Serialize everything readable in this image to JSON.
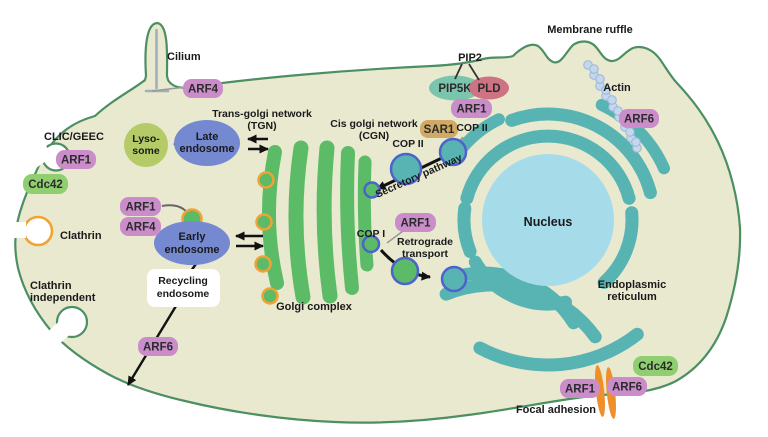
{
  "colors": {
    "cell_fill": "#e9e9d0",
    "membrane": "#4b8f62",
    "golgi": "#5cbb66",
    "nucleus": "#a6dcea",
    "er": "#57b4b2",
    "endosome": "#7489d0",
    "lysosome": "#b5cb67",
    "pill_pink": "#ca8dca",
    "pill_green": "#90cf70",
    "pill_tan": "#d0a964",
    "pip5k_teal": "#7bc4ad",
    "pld_rose": "#ce7383",
    "coat_orange": "#f0a335",
    "focal_orange": "#ef8f2c",
    "vesicle_blue": "#4d63cc",
    "actin_bead": "#c4d7ec",
    "actin_bead_stroke": "#9ab7da",
    "text": "#1a1a1a"
  },
  "membrane": {
    "cilium": "Cilium",
    "ruffle": "Membrane ruffle",
    "actin": "Actin",
    "clic_geec": "CLIC/GEEC",
    "clathrin": "Clathrin",
    "clathrin_independent_1": "Clathrin",
    "clathrin_independent_2": "independent",
    "pip2": "PIP2",
    "focal_adhesion": "Focal adhesion"
  },
  "organelles": {
    "nucleus": "Nucleus",
    "er_1": "Endoplasmic",
    "er_2": "reticulum",
    "golgi": "Golgi complex",
    "tgn_1": "Trans-golgi network",
    "tgn_2": "(TGN)",
    "cgn_1": "Cis golgi network",
    "cgn_2": "(CGN)",
    "lysosome_1": "Lyso-",
    "lysosome_2": "some",
    "late_endosome_1": "Late",
    "late_endosome_2": "endosome",
    "early_endosome_1": "Early",
    "early_endosome_2": "endosome",
    "recycling_endosome_1": "Recycling",
    "recycling_endosome_2": "endosome"
  },
  "pathways": {
    "secretory": "Secretory pathway",
    "retrograde_1": "Retrograde",
    "retrograde_2": "transport",
    "cop2_er": "COP II",
    "cop2_transit": "COP II",
    "cop1": "COP I"
  },
  "proteins": {
    "arf4_cilium": "ARF4",
    "arf1_clic": "ARF1",
    "cdc42_clic": "Cdc42",
    "arf1_endosome": "ARF1",
    "arf4_endosome": "ARF4",
    "arf6_recycling": "ARF6",
    "pip5k": "PIP5K",
    "pld": "PLD",
    "arf1_membrane": "ARF1",
    "sar1": "SAR1",
    "arf1_cop1": "ARF1",
    "arf6_actin": "ARF6",
    "arf1_focal": "ARF1",
    "arf6_focal": "ARF6",
    "cdc42_focal": "Cdc42"
  }
}
